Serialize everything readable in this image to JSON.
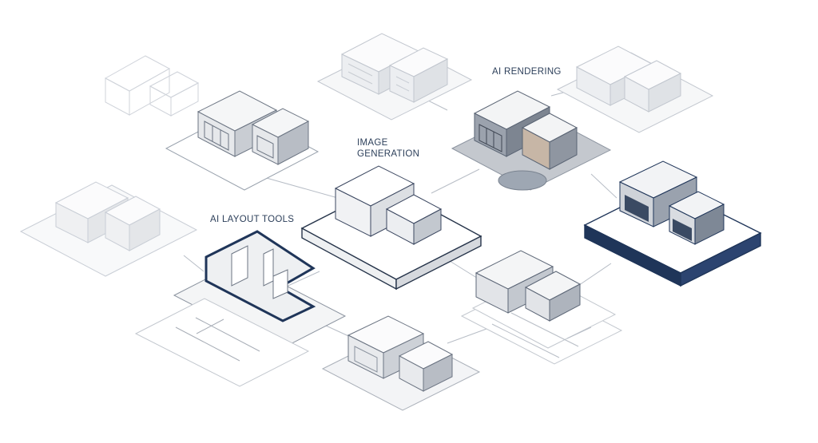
{
  "labels": {
    "ai_rendering": "AI RENDERING",
    "image_generation_line1": "IMAGE",
    "image_generation_line2": "GENERATION",
    "ai_layout_tools": "AI LAYOUT TOOLS"
  },
  "colors": {
    "accent": "#1f3559",
    "label": "#2c3f5a",
    "sketch": "#c9ced6",
    "line": "#9aa3ae",
    "shade_light": "#f1f2f4",
    "shade_mid": "#d9dce1",
    "shade_dark": "#a8aeb7"
  }
}
